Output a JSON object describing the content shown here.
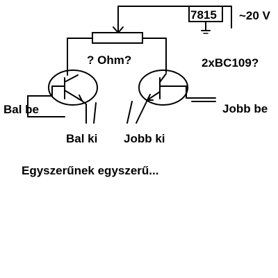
{
  "diagram": {
    "labels": {
      "regulator": "7815",
      "supply": "~20 V",
      "pot_value": "? Ohm?",
      "transistors": "2xBC109?",
      "left_in": "Bal be",
      "left_out": "Bal ki",
      "right_in": "Jobb be",
      "right_out": "Jobb ki",
      "caption": "Egyszerűnek egyszerű..."
    }
  }
}
